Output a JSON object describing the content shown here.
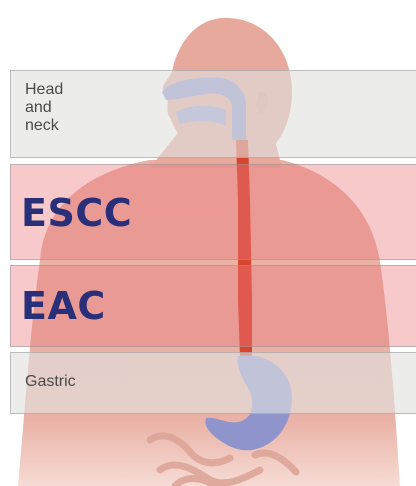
{
  "regions": {
    "head_neck": {
      "label": "Head\nand\nneck"
    },
    "escc": {
      "label": "ESCC"
    },
    "eac": {
      "label": "EAC"
    },
    "gastric": {
      "label": "Gastric"
    }
  },
  "colors": {
    "body": "#e6a99c",
    "esophagus": "#d8452f",
    "digestive_tract": "#8f95cc",
    "label_dark": "#2a2f79",
    "band_red": "#ec787d",
    "band_gray": "#e1e1de"
  }
}
